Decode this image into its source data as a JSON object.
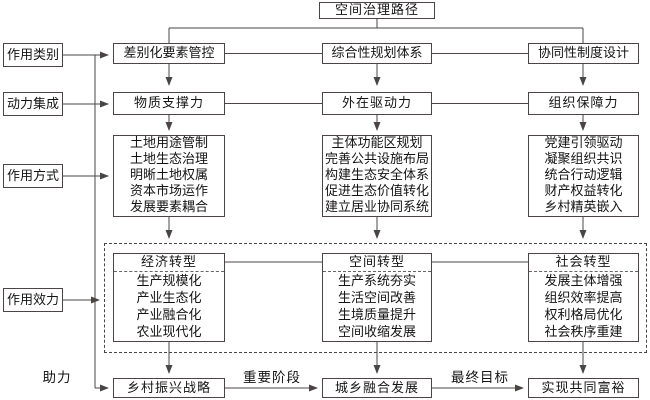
{
  "diagram": {
    "title": "空间治理路径",
    "row_labels": {
      "category": "作用类别",
      "dynamics": "动力集成",
      "method": "作用方式",
      "effect": "作用效力"
    },
    "arrow_labels": {
      "boost": "助力",
      "stage": "重要阶段",
      "goal": "最终目标"
    },
    "columns": [
      {
        "category": "差别化要素管控",
        "force": "物质支撑力",
        "methods": [
          "土地用途管制",
          "土地生态治理",
          "明晰土地权属",
          "资本市场运作",
          "发展要素耦合"
        ],
        "effect_title": "经济转型",
        "effects": [
          "生产规模化",
          "产业生态化",
          "产业融合化",
          "农业现代化"
        ],
        "outcome": "乡村振兴战略"
      },
      {
        "category": "综合性规划体系",
        "force": "外在驱动力",
        "methods": [
          "主体功能区规划",
          "完善公共设施布局",
          "构建生态安全体系",
          "促进生态价值转化",
          "建立居业协同系统"
        ],
        "effect_title": "空间转型",
        "effects": [
          "生产系统夯实",
          "生活空间改善",
          "生境质量提升",
          "空间收缩发展"
        ],
        "outcome": "城乡融合发展"
      },
      {
        "category": "协同性制度设计",
        "force": "组织保障力",
        "methods": [
          "党建引领驱动",
          "凝聚组织共识",
          "统合行动逻辑",
          "财产权益转化",
          "乡村精英嵌入"
        ],
        "effect_title": "社会转型",
        "effects": [
          "发展主体增强",
          "组织效率提高",
          "权利格局优化",
          "社会秩序重建"
        ],
        "outcome": "实现共同富裕"
      }
    ],
    "colors": {
      "line": "#4a4444",
      "text": "#141414",
      "background": "#ffffff"
    }
  }
}
